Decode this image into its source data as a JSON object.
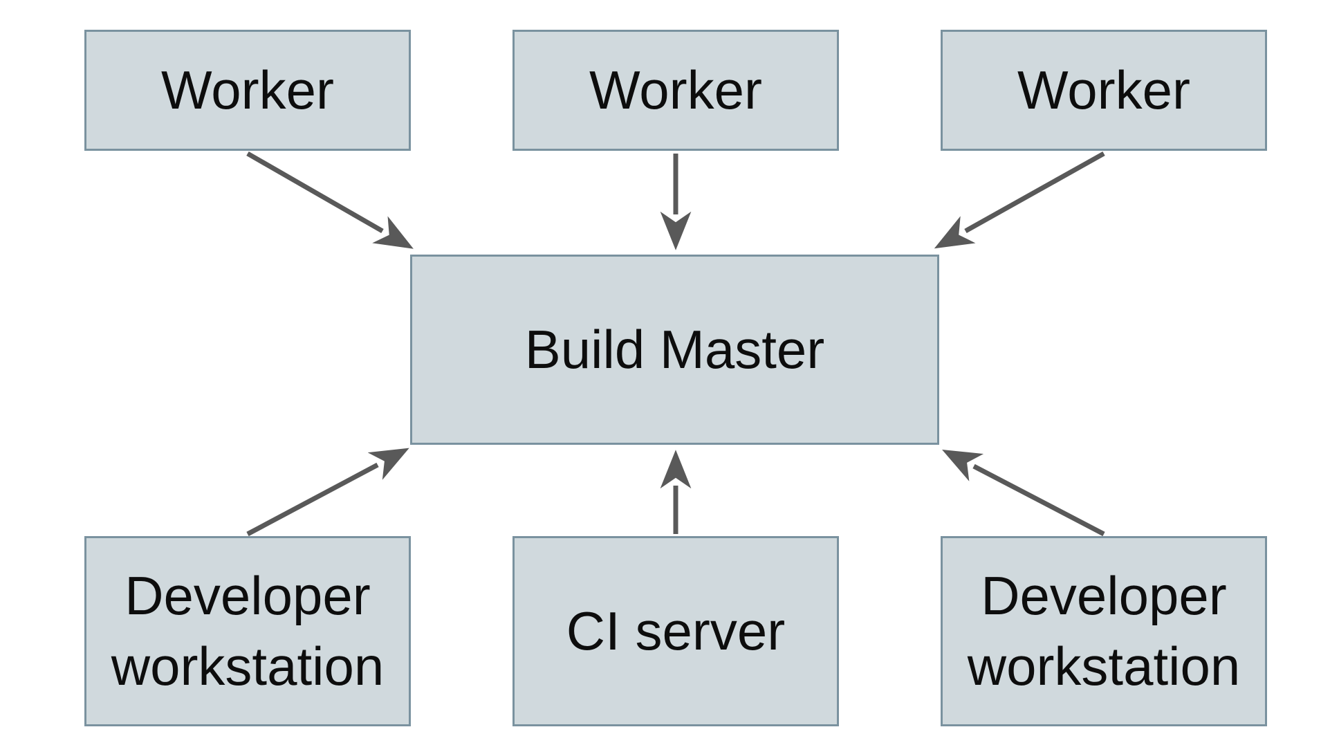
{
  "diagram": {
    "type": "architecture-diagram",
    "background": "#ffffff",
    "nodes": [
      {
        "id": "worker-1",
        "label": "Worker"
      },
      {
        "id": "worker-2",
        "label": "Worker"
      },
      {
        "id": "worker-3",
        "label": "Worker"
      },
      {
        "id": "build-master",
        "label": "Build Master"
      },
      {
        "id": "developer-workstation-left",
        "label": "Developer workstation"
      },
      {
        "id": "ci-server",
        "label": "CI server"
      },
      {
        "id": "developer-workstation-right",
        "label": "Developer workstation"
      }
    ],
    "edges": [
      {
        "from": "worker-1",
        "to": "build-master"
      },
      {
        "from": "worker-2",
        "to": "build-master"
      },
      {
        "from": "worker-3",
        "to": "build-master"
      },
      {
        "from": "developer-workstation-left",
        "to": "build-master"
      },
      {
        "from": "ci-server",
        "to": "build-master"
      },
      {
        "from": "developer-workstation-right",
        "to": "build-master"
      }
    ],
    "colors": {
      "node_fill": "#d0d9dd",
      "node_border": "#7a929f",
      "arrow": "#595959",
      "text": "#0d0d0d"
    }
  }
}
